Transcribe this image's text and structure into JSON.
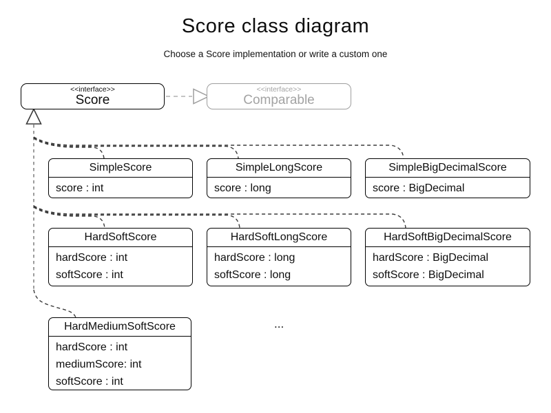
{
  "title": "Score class diagram",
  "subtitle": "Choose a Score implementation or write a custom one",
  "interfaces": {
    "score": {
      "stereotype": "<<interface>>",
      "name": "Score"
    },
    "comparable": {
      "stereotype": "<<interface>>",
      "name": "Comparable"
    }
  },
  "classes": [
    {
      "name": "SimpleScore",
      "attributes": [
        "score : int"
      ]
    },
    {
      "name": "SimpleLongScore",
      "attributes": [
        "score : long"
      ]
    },
    {
      "name": "SimpleBigDecimalScore",
      "attributes": [
        "score : BigDecimal"
      ]
    },
    {
      "name": "HardSoftScore",
      "attributes": [
        "hardScore : int",
        "softScore : int"
      ]
    },
    {
      "name": "HardSoftLongScore",
      "attributes": [
        "hardScore : long",
        "softScore : long"
      ]
    },
    {
      "name": "HardSoftBigDecimalScore",
      "attributes": [
        "hardScore : BigDecimal",
        "softScore : BigDecimal"
      ]
    },
    {
      "name": "HardMediumSoftScore",
      "attributes": [
        "hardScore : int",
        "mediumScore: int",
        "softScore : int"
      ]
    }
  ],
  "ellipsis": "...",
  "colors": {
    "line": "#000000",
    "muted_border": "#9e9e9e",
    "muted_text": "#a3a3a3",
    "branch_dash": "#3a3a3a",
    "trunk_dash": "#8a8a8a",
    "arrow_dash": "#b0b0b0"
  }
}
